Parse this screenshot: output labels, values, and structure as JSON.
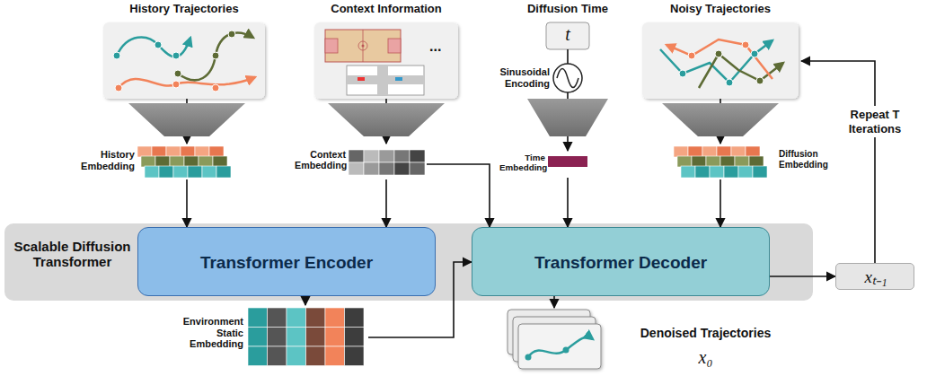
{
  "diagram": {
    "nodes": [
      {
        "text": [
          "History Trajectories"
        ]
      },
      {
        "text": [
          "Context Information",
          "..."
        ]
      },
      {
        "text": [
          "Diffusion Time",
          "t"
        ]
      },
      {
        "text": [
          "Noisy Trajectories"
        ]
      },
      {
        "text": [
          "History Embedding"
        ]
      },
      {
        "text": [
          "Context Embedding"
        ]
      },
      {
        "text": [
          "Time Embedding"
        ]
      },
      {
        "text": [
          "Diffusion Embedding"
        ]
      },
      {
        "text": [
          "Scalable Diffusion Transformer"
        ]
      },
      {
        "text": [
          "Transformer Encoder"
        ],
        "in": 8
      },
      {
        "text": [
          "Transformer Decoder"
        ],
        "in": 8
      },
      {
        "text": [
          "Environment Static Embedding"
        ]
      },
      {
        "text": [
          "xₜ₋₁"
        ]
      },
      {
        "text": [
          "Denoised Trajectories",
          "x₀"
        ]
      }
    ],
    "edges": [
      {
        "from": 0,
        "to": 4,
        "arrow": "to"
      },
      {
        "from": 1,
        "to": 5,
        "arrow": "to"
      },
      {
        "from": 2,
        "to": 6,
        "arrow": "to"
      },
      {
        "from": 3,
        "to": 7,
        "arrow": "to"
      },
      {
        "from": 4,
        "to": 9,
        "arrow": "to"
      },
      {
        "from": 5,
        "to": 9,
        "arrow": "to"
      },
      {
        "from": 5,
        "to": 10,
        "arrow": "to"
      },
      {
        "from": 6,
        "to": 10,
        "arrow": "to"
      },
      {
        "from": 7,
        "to": 10,
        "arrow": "to"
      },
      {
        "from": 9,
        "to": 11,
        "arrow": "to"
      },
      {
        "from": 11,
        "to": 10,
        "arrow": "to"
      },
      {
        "from": 10,
        "to": 12,
        "arrow": "to"
      },
      {
        "from": 12,
        "to": 3,
        "arrow": "to"
      },
      {
        "from": 10,
        "to": 13,
        "arrow": "to"
      }
    ],
    "labels": [
      "Sinusoidal Encoding",
      "Repeat T Iterations"
    ]
  }
}
